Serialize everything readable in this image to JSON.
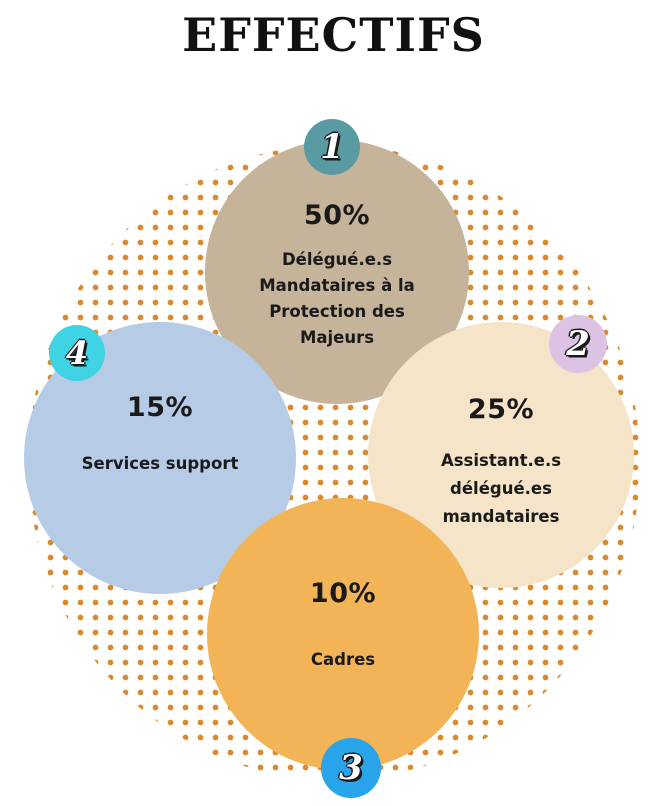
{
  "title": "EFFECTIFS",
  "segments": [
    {
      "number": "1",
      "percent": "50%",
      "label_lines": [
        "Délégué.e.s",
        "Mandataires à la",
        "Protection des",
        "Majeurs"
      ],
      "color": "#c5b49a",
      "badge_color": "#5a9aa3"
    },
    {
      "number": "2",
      "percent": "25%",
      "label_lines": [
        "Assistant.e.s",
        "délégué.es",
        "mandataires"
      ],
      "color": "#f5e4c8",
      "badge_color": "#dcc3e4"
    },
    {
      "number": "3",
      "percent": "10%",
      "label_lines": [
        "Cadres"
      ],
      "color": "#f2b457",
      "badge_color": "#29a3ea"
    },
    {
      "number": "4",
      "percent": "15%",
      "label_lines": [
        "Services support"
      ],
      "color": "#b6cbe6",
      "badge_color": "#3fd3e3"
    }
  ],
  "colors": {
    "dots": "#d98a2e",
    "title": "#111111"
  }
}
